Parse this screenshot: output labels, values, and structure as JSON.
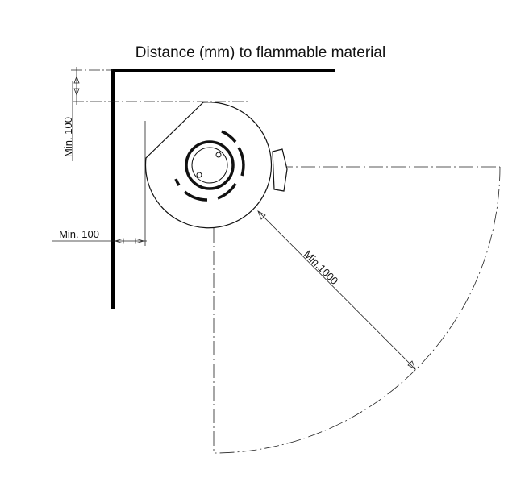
{
  "title": "Distance (mm) to flammable material",
  "dimensions": {
    "top": "Min. 100",
    "left": "Min. 100",
    "front": "Min.1000"
  }
}
